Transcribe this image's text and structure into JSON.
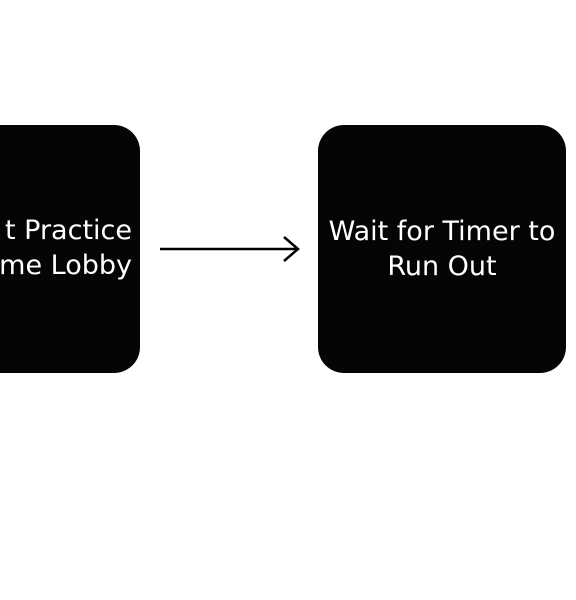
{
  "diagram": {
    "nodes": [
      {
        "id": "practice-lobby",
        "label": "t Practice\nme Lobby"
      },
      {
        "id": "wait-timer",
        "label": "Wait for Timer to\nRun Out"
      }
    ],
    "edges": [
      {
        "from": "practice-lobby",
        "to": "wait-timer"
      }
    ],
    "colors": {
      "node_fill": "#050505",
      "node_text": "#ffffff",
      "arrow": "#000000",
      "background": "#ffffff"
    }
  }
}
